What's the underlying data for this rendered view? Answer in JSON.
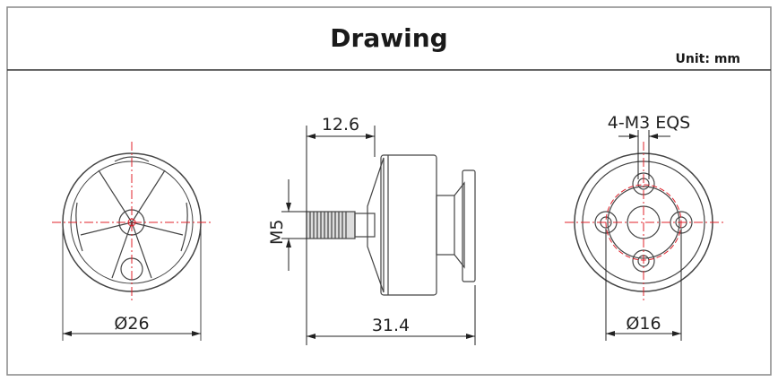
{
  "header": {
    "title": "Drawing",
    "unit": "Unit: mm"
  },
  "front_view": {
    "diameter_label": "Ø26"
  },
  "side_view": {
    "shaft_length_label": "12.6",
    "thread_label": "M5",
    "total_length_label": "31.4"
  },
  "rear_view": {
    "mount_holes_label": "4-M3 EQS",
    "hole_spacing_label": "Ø16"
  },
  "colors": {
    "line": "#333333",
    "centerline": "#e0202a"
  }
}
